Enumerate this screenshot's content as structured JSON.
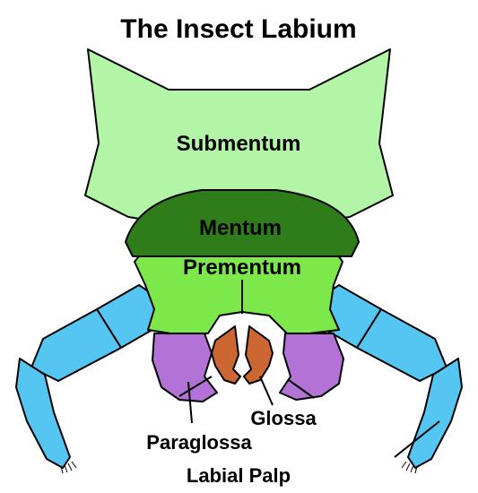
{
  "title": "The Insect Labium",
  "labels": {
    "submentum": "Submentum",
    "mentum": "Mentum",
    "prementum": "Prementum",
    "glossa": "Glossa",
    "paraglossa": "Paraglossa",
    "labial_palp": "Labial Palp"
  },
  "colors": {
    "submentum": "#b3f5a6",
    "mentum": "#2f7d1a",
    "prementum": "#7de84a",
    "glossa": "#cc6633",
    "paraglossa": "#b373d6",
    "labial_palp": "#55c6f2"
  }
}
